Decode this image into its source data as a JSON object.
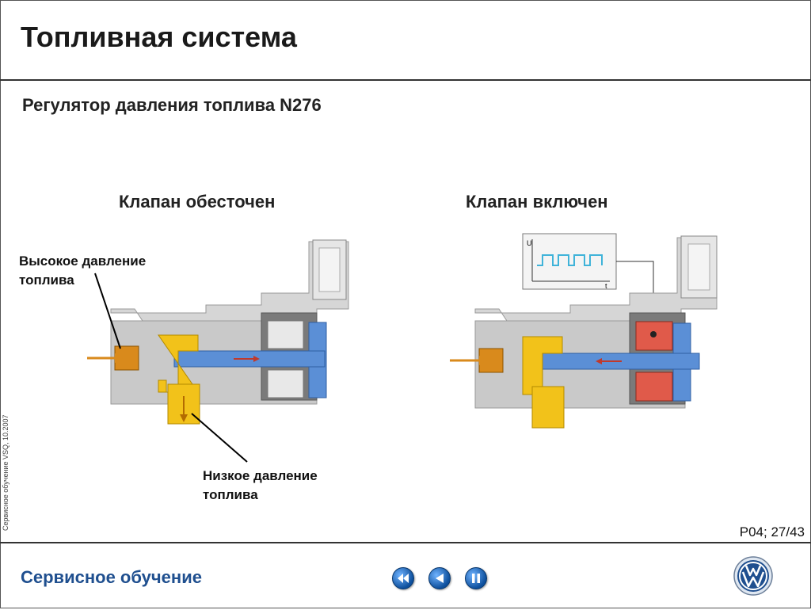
{
  "header": {
    "title": "Топливная система"
  },
  "slide": {
    "subtitle": "Регулятор давления топлива N276",
    "left_caption": "Клапан обесточен",
    "right_caption": "Клапан включен",
    "high_pressure_label_line1": "Высокое давление",
    "high_pressure_label_line2": "топлива",
    "low_pressure_label_line1": "Низкое давление",
    "low_pressure_label_line2": "топлива",
    "graph_axis_u": "U",
    "graph_axis_t": "t",
    "side_text": "Сервисное обучение VSQ, 10.2007",
    "page_number": "P04; 27/43"
  },
  "footer": {
    "title": "Сервисное обучение"
  },
  "nav": {
    "buttons": [
      "rewind-icon",
      "back-icon",
      "pause-icon"
    ]
  },
  "colors": {
    "fuel_high": "#d98a1c",
    "fuel_low": "#f2c21a",
    "plunger": "#5b8fd6",
    "housing": "#c9c9c9",
    "coil_active": "#e05a4a",
    "signal": "#3fb3d9",
    "footer_text": "#1f4f8f"
  }
}
